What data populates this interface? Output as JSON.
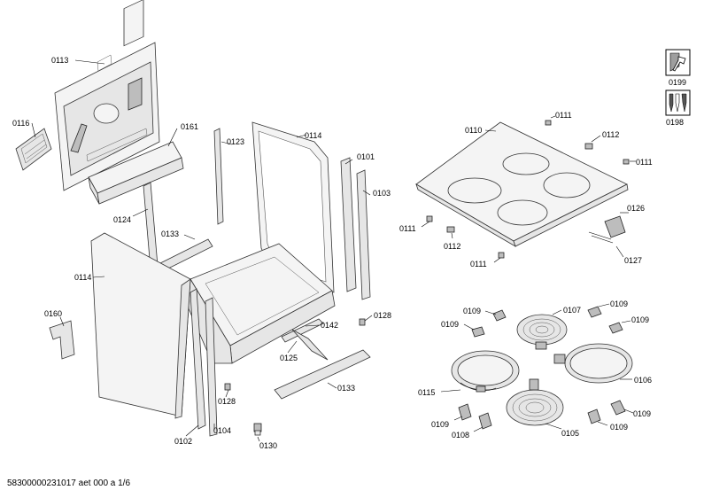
{
  "labels": {
    "l0113": "0113",
    "l0116": "0116",
    "l0161": "0161",
    "l0123": "0123",
    "l0114a": "0114",
    "l0114b": "0114",
    "l0101": "0101",
    "l0103": "0103",
    "l0124": "0124",
    "l0133a": "0133",
    "l0133b": "0133",
    "l0160": "0160",
    "l0142": "0142",
    "l0125": "0125",
    "l0128a": "0128",
    "l0128b": "0128",
    "l0102": "0102",
    "l0104": "0104",
    "l0130": "0130",
    "l0110": "0110",
    "l0111a": "0111",
    "l0111b": "0111",
    "l0111c": "0111",
    "l0111d": "0111",
    "l0112a": "0112",
    "l0112b": "0112",
    "l0126": "0126",
    "l0127": "0127",
    "l0109a": "0109",
    "l0109b": "0109",
    "l0109c": "0109",
    "l0109d": "0109",
    "l0109e": "0109",
    "l0109f": "0109",
    "l0109g": "0109",
    "l0107": "0107",
    "l0106": "0106",
    "l0115": "0115",
    "l0105": "0105",
    "l0108": "0108",
    "l0199": "0199",
    "l0198": "0198"
  },
  "footer": "58300000231017 aet 000 a 1/6"
}
